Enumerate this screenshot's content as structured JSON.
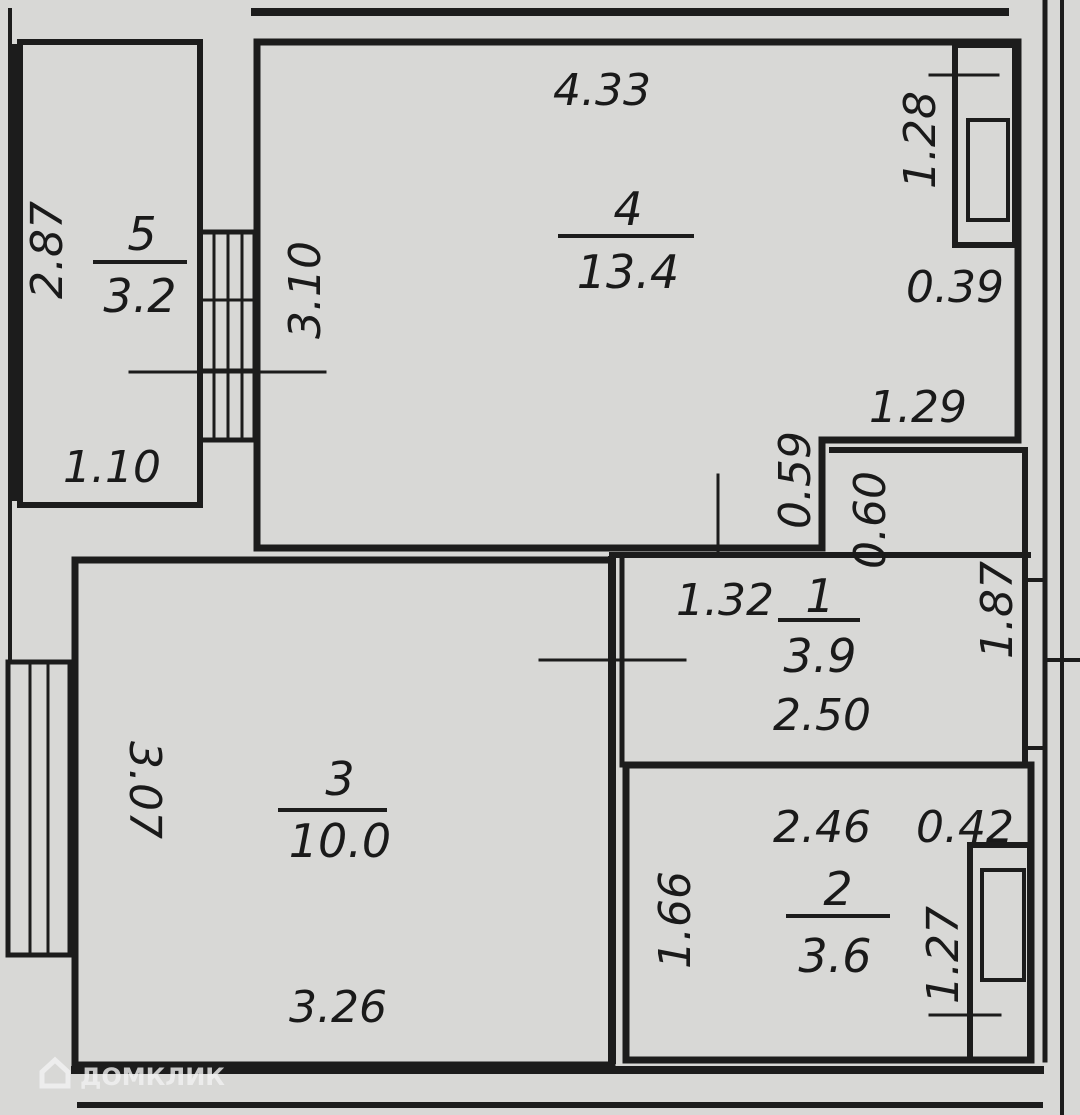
{
  "watermark": "ДОМКЛИК",
  "rooms": [
    {
      "number": "5",
      "area": "3.2"
    },
    {
      "number": "4",
      "area": "13.4"
    },
    {
      "number": "3",
      "area": "10.0"
    },
    {
      "number": "1",
      "area": "3.9"
    },
    {
      "number": "2",
      "area": "3.6"
    }
  ],
  "dimensions": {
    "r5_height": "2.87",
    "r5_width": "1.10",
    "r4_height": "3.10",
    "r4_width": "4.33",
    "r4_niche_h": "1.28",
    "r4_niche_w": "0.39",
    "r4_step_w": "1.29",
    "r4_step_h": "0.59",
    "r1_step_h": "0.60",
    "r1_top_w": "1.32",
    "r1_height": "1.87",
    "r1_width": "2.50",
    "r3_height": "3.07",
    "r3_width": "3.26",
    "r2_width": "2.46",
    "r2_niche": "0.42",
    "r2_height": "1.66",
    "r2_niche_h": "1.27"
  }
}
